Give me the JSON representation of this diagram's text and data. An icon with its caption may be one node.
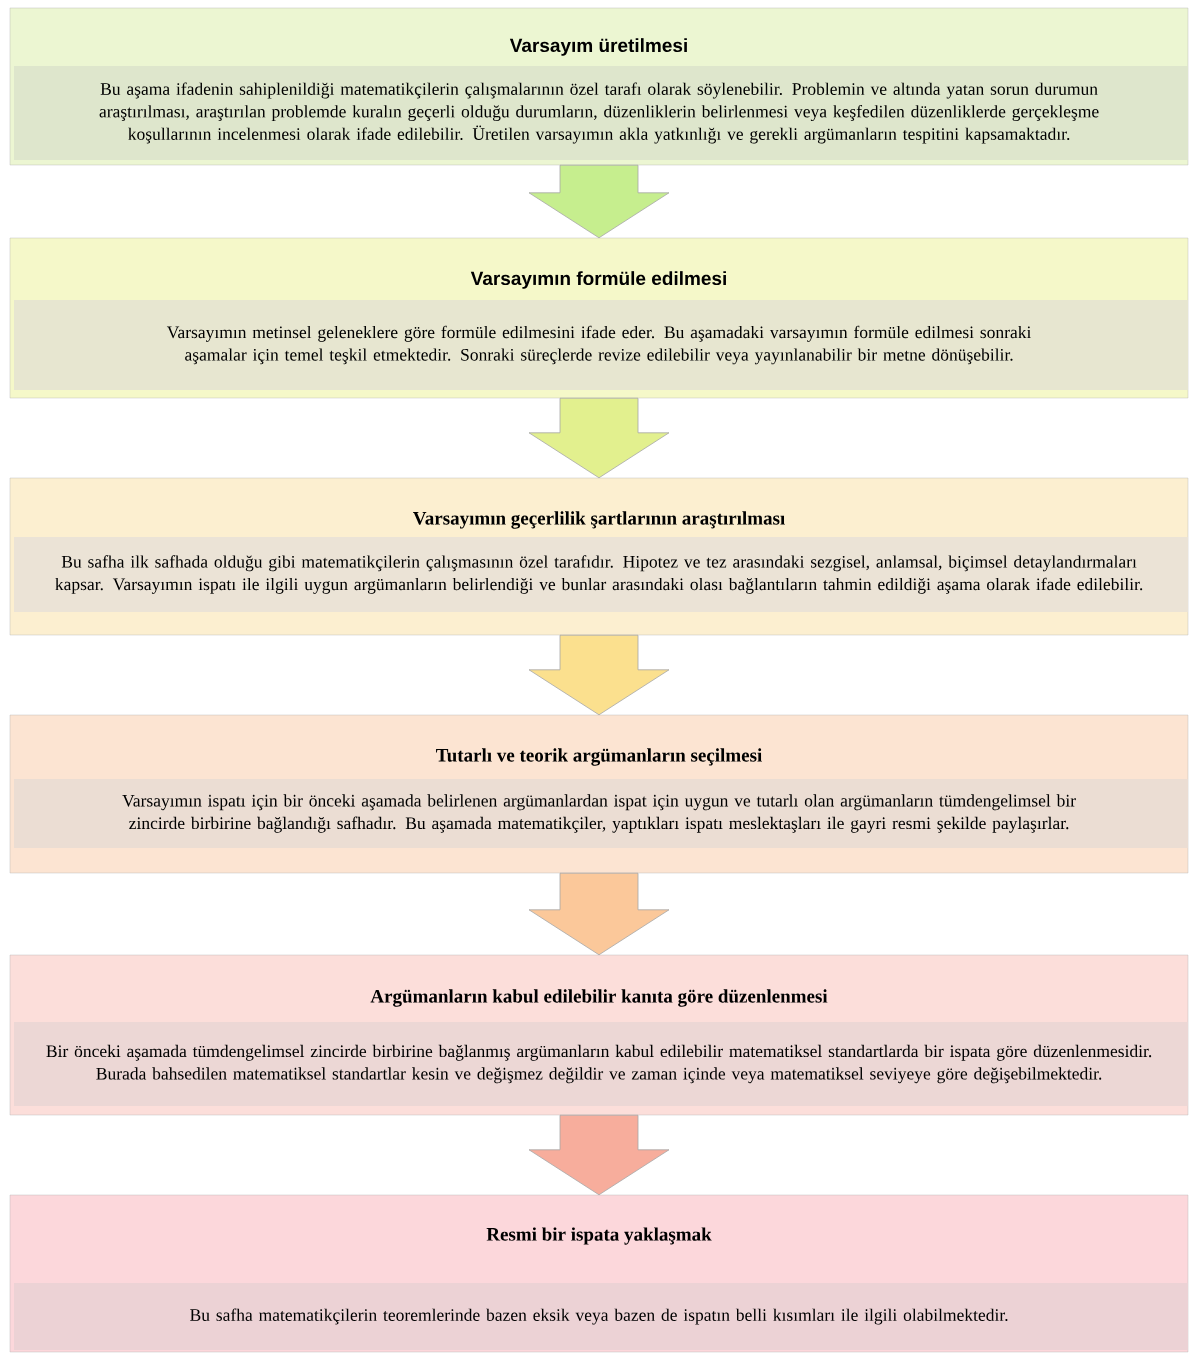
{
  "diagram": {
    "nodes": [
      {
        "text": [
          "Varsayım üretilmesi",
          "Bu aşama ifadenin sahiplenildiği matematikçilerin çalışmalarının özel tarafı olarak söylenebilir. Problemin ve altında yatan sorun durumun araştırılması, araştırılan problemde kuralın geçerli olduğu durumların, düzenliklerin belirlenmesi veya keşfedilen düzenliklerde gerçekleşme koşullarının incelenmesi olarak ifade edilebilir. Üretilen varsayımın akla yatkınlığı ve gerekli argümanların tespitini kapsamaktadır."
        ]
      },
      {
        "text": [
          "Varsayımın formüle edilmesi",
          "Varsayımın metinsel geleneklere göre formüle edilmesini ifade eder. Bu aşamadaki varsayımın formüle edilmesi sonraki aşamalar için temel teşkil etmektedir. Sonraki süreçlerde revize edilebilir veya yayınlanabilir bir metne dönüşebilir."
        ]
      },
      {
        "text": [
          "Varsayımın geçerlilik şartlarının araştırılması",
          "Bu safha ilk safhada olduğu gibi matematikçilerin çalışmasının özel tarafıdır. Hipotez ve tez arasındaki sezgisel, anlamsal, biçimsel detaylandırmaları kapsar. Varsayımın ispatı ile ilgili uygun argümanların belirlendiği ve bunlar arasındaki olası bağlantıların tahmin edildiği aşama olarak ifade edilebilir."
        ]
      },
      {
        "text": [
          "Tutarlı ve teorik argümanların seçilmesi",
          "Varsayımın ispatı için bir önceki aşamada belirlenen argümanlardan ispat için uygun ve tutarlı olan argümanların tümdengelimsel bir zincirde birbirine bağlandığı safhadır. Bu aşamada matematikçiler, yaptıkları ispatı meslektaşları ile gayri resmi şekilde paylaşırlar."
        ]
      },
      {
        "text": [
          "Argümanların kabul edilebilir kanıta göre düzenlenmesi",
          "Bir önceki aşamada tümdengelimsel zincirde birbirine bağlanmış argümanların kabul edilebilir matematiksel standartlarda bir ispata göre düzenlenmesidir. Burada bahsedilen matematiksel standartlar kesin ve değişmez değildir ve zaman içinde veya matematiksel seviyeye göre değişebilmektedir."
        ]
      },
      {
        "text": [
          "Resmi bir ispata yaklaşmak",
          "Bu safha matematikçilerin teoremlerinde bazen eksik veya bazen de ispatın belli kısımları ile ilgili olabilmektedir."
        ]
      }
    ],
    "edges": [
      {
        "from": 0,
        "to": 1,
        "arrow": "to",
        "color": "#c6ee8e"
      },
      {
        "from": 1,
        "to": 2,
        "arrow": "to",
        "color": "#e2f08e"
      },
      {
        "from": 2,
        "to": 3,
        "arrow": "to",
        "color": "#fbe08e"
      },
      {
        "from": 3,
        "to": 4,
        "arrow": "to",
        "color": "#fbc89a"
      },
      {
        "from": 4,
        "to": 5,
        "arrow": "to",
        "color": "#f7ad9c"
      }
    ]
  }
}
